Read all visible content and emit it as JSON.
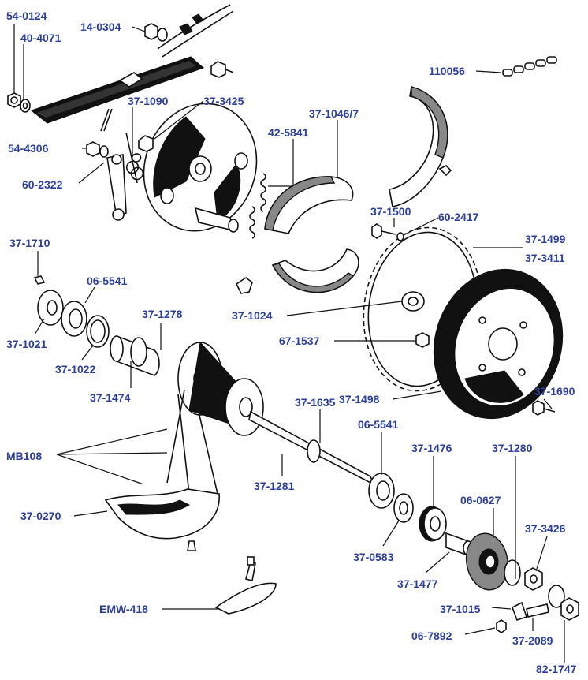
{
  "parts": [
    {
      "id": "p01",
      "label": "54-0124",
      "part": "nut"
    },
    {
      "id": "p02",
      "label": "40-4071",
      "part": "washer"
    },
    {
      "id": "p03",
      "label": "14-0304",
      "part": "nut-washer"
    },
    {
      "id": "p04",
      "label": "110056",
      "part": "chain"
    },
    {
      "id": "p05",
      "label": "37-1090",
      "part": "return-spring"
    },
    {
      "id": "p06",
      "label": "37-3425",
      "part": "nut"
    },
    {
      "id": "p07",
      "label": "37-1046/7",
      "part": "brake-shoes"
    },
    {
      "id": "p08",
      "label": "54-4306",
      "part": "nut"
    },
    {
      "id": "p09",
      "label": "42-5841",
      "part": "shoe-springs"
    },
    {
      "id": "p10",
      "label": "60-2322",
      "part": "brake-lever"
    },
    {
      "id": "p11",
      "label": "37-1500",
      "part": "bolt"
    },
    {
      "id": "p12",
      "label": "60-2417",
      "part": "lock-washer"
    },
    {
      "id": "p13",
      "label": "37-1710",
      "part": "grease-nipple"
    },
    {
      "id": "p14",
      "label": "37-1499",
      "part": "sprocket"
    },
    {
      "id": "p15",
      "label": "37-3411",
      "part": "sprocket"
    },
    {
      "id": "p16",
      "label": "06-5541",
      "part": "bearing"
    },
    {
      "id": "p17",
      "label": "37-1278",
      "part": "spacer"
    },
    {
      "id": "p18",
      "label": "37-1024",
      "part": "sprocket-boss"
    },
    {
      "id": "p19",
      "label": "37-1021",
      "part": "dust-cap"
    },
    {
      "id": "p20",
      "label": "67-1537",
      "part": "nut"
    },
    {
      "id": "p21",
      "label": "37-1022",
      "part": "seal"
    },
    {
      "id": "p22",
      "label": "37-1474",
      "part": "distance-tube"
    },
    {
      "id": "p23",
      "label": "37-1690",
      "part": "bolt"
    },
    {
      "id": "p24",
      "label": "37-1498",
      "part": "brake-drum"
    },
    {
      "id": "p25",
      "label": "37-1635",
      "part": "spacer"
    },
    {
      "id": "p26",
      "label": "06-5541",
      "part": "bearing"
    },
    {
      "id": "p27",
      "label": "MB108",
      "part": "spokes"
    },
    {
      "id": "p28",
      "label": "37-1476",
      "part": "bearing-retainer"
    },
    {
      "id": "p29",
      "label": "37-1280",
      "part": "cap"
    },
    {
      "id": "p30",
      "label": "37-1281",
      "part": "spindle"
    },
    {
      "id": "p31",
      "label": "06-0627",
      "part": "seal"
    },
    {
      "id": "p32",
      "label": "37-0270",
      "part": "rim-tape"
    },
    {
      "id": "p33",
      "label": "37-3426",
      "part": "nut"
    },
    {
      "id": "p34",
      "label": "37-0583",
      "part": "washer"
    },
    {
      "id": "p35",
      "label": "37-1477",
      "part": "spacer"
    },
    {
      "id": "p36",
      "label": "37-1015",
      "part": "adjuster"
    },
    {
      "id": "p37",
      "label": "EMW-418",
      "part": "tube-valve"
    },
    {
      "id": "p38",
      "label": "06-7892",
      "part": "nut"
    },
    {
      "id": "p39",
      "label": "37-2089",
      "part": "adjuster-bolt"
    },
    {
      "id": "p40",
      "label": "82-1747",
      "part": "nut"
    }
  ],
  "colors": {
    "label": "#2b3f9c",
    "ink": "#111111",
    "background": "#ffffff"
  }
}
